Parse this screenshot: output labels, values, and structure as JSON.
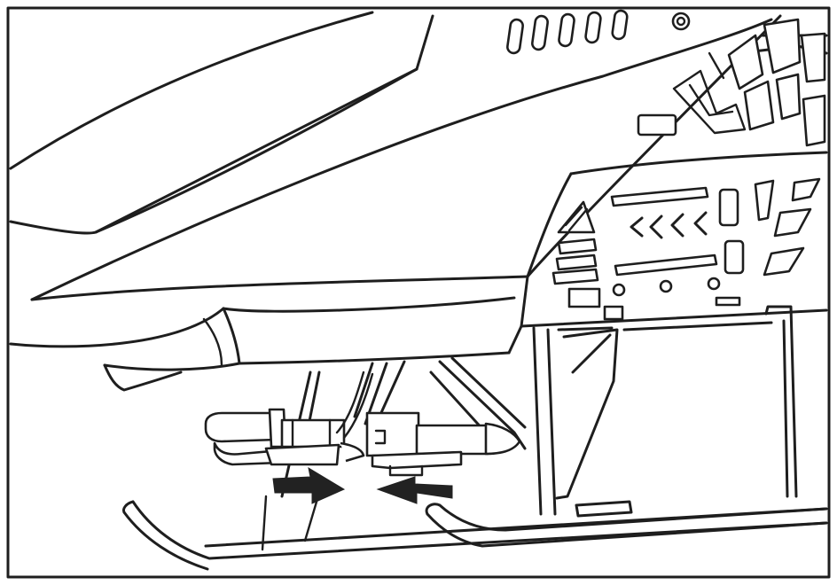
{
  "figure": {
    "subject": "helicopter-battery-connector-illustration",
    "line_color": "#1e1e1e",
    "background_color": "#ffffff",
    "arrows": [
      {
        "name": "arrow-right",
        "direction": "right"
      },
      {
        "name": "arrow-left",
        "direction": "left"
      }
    ]
  }
}
